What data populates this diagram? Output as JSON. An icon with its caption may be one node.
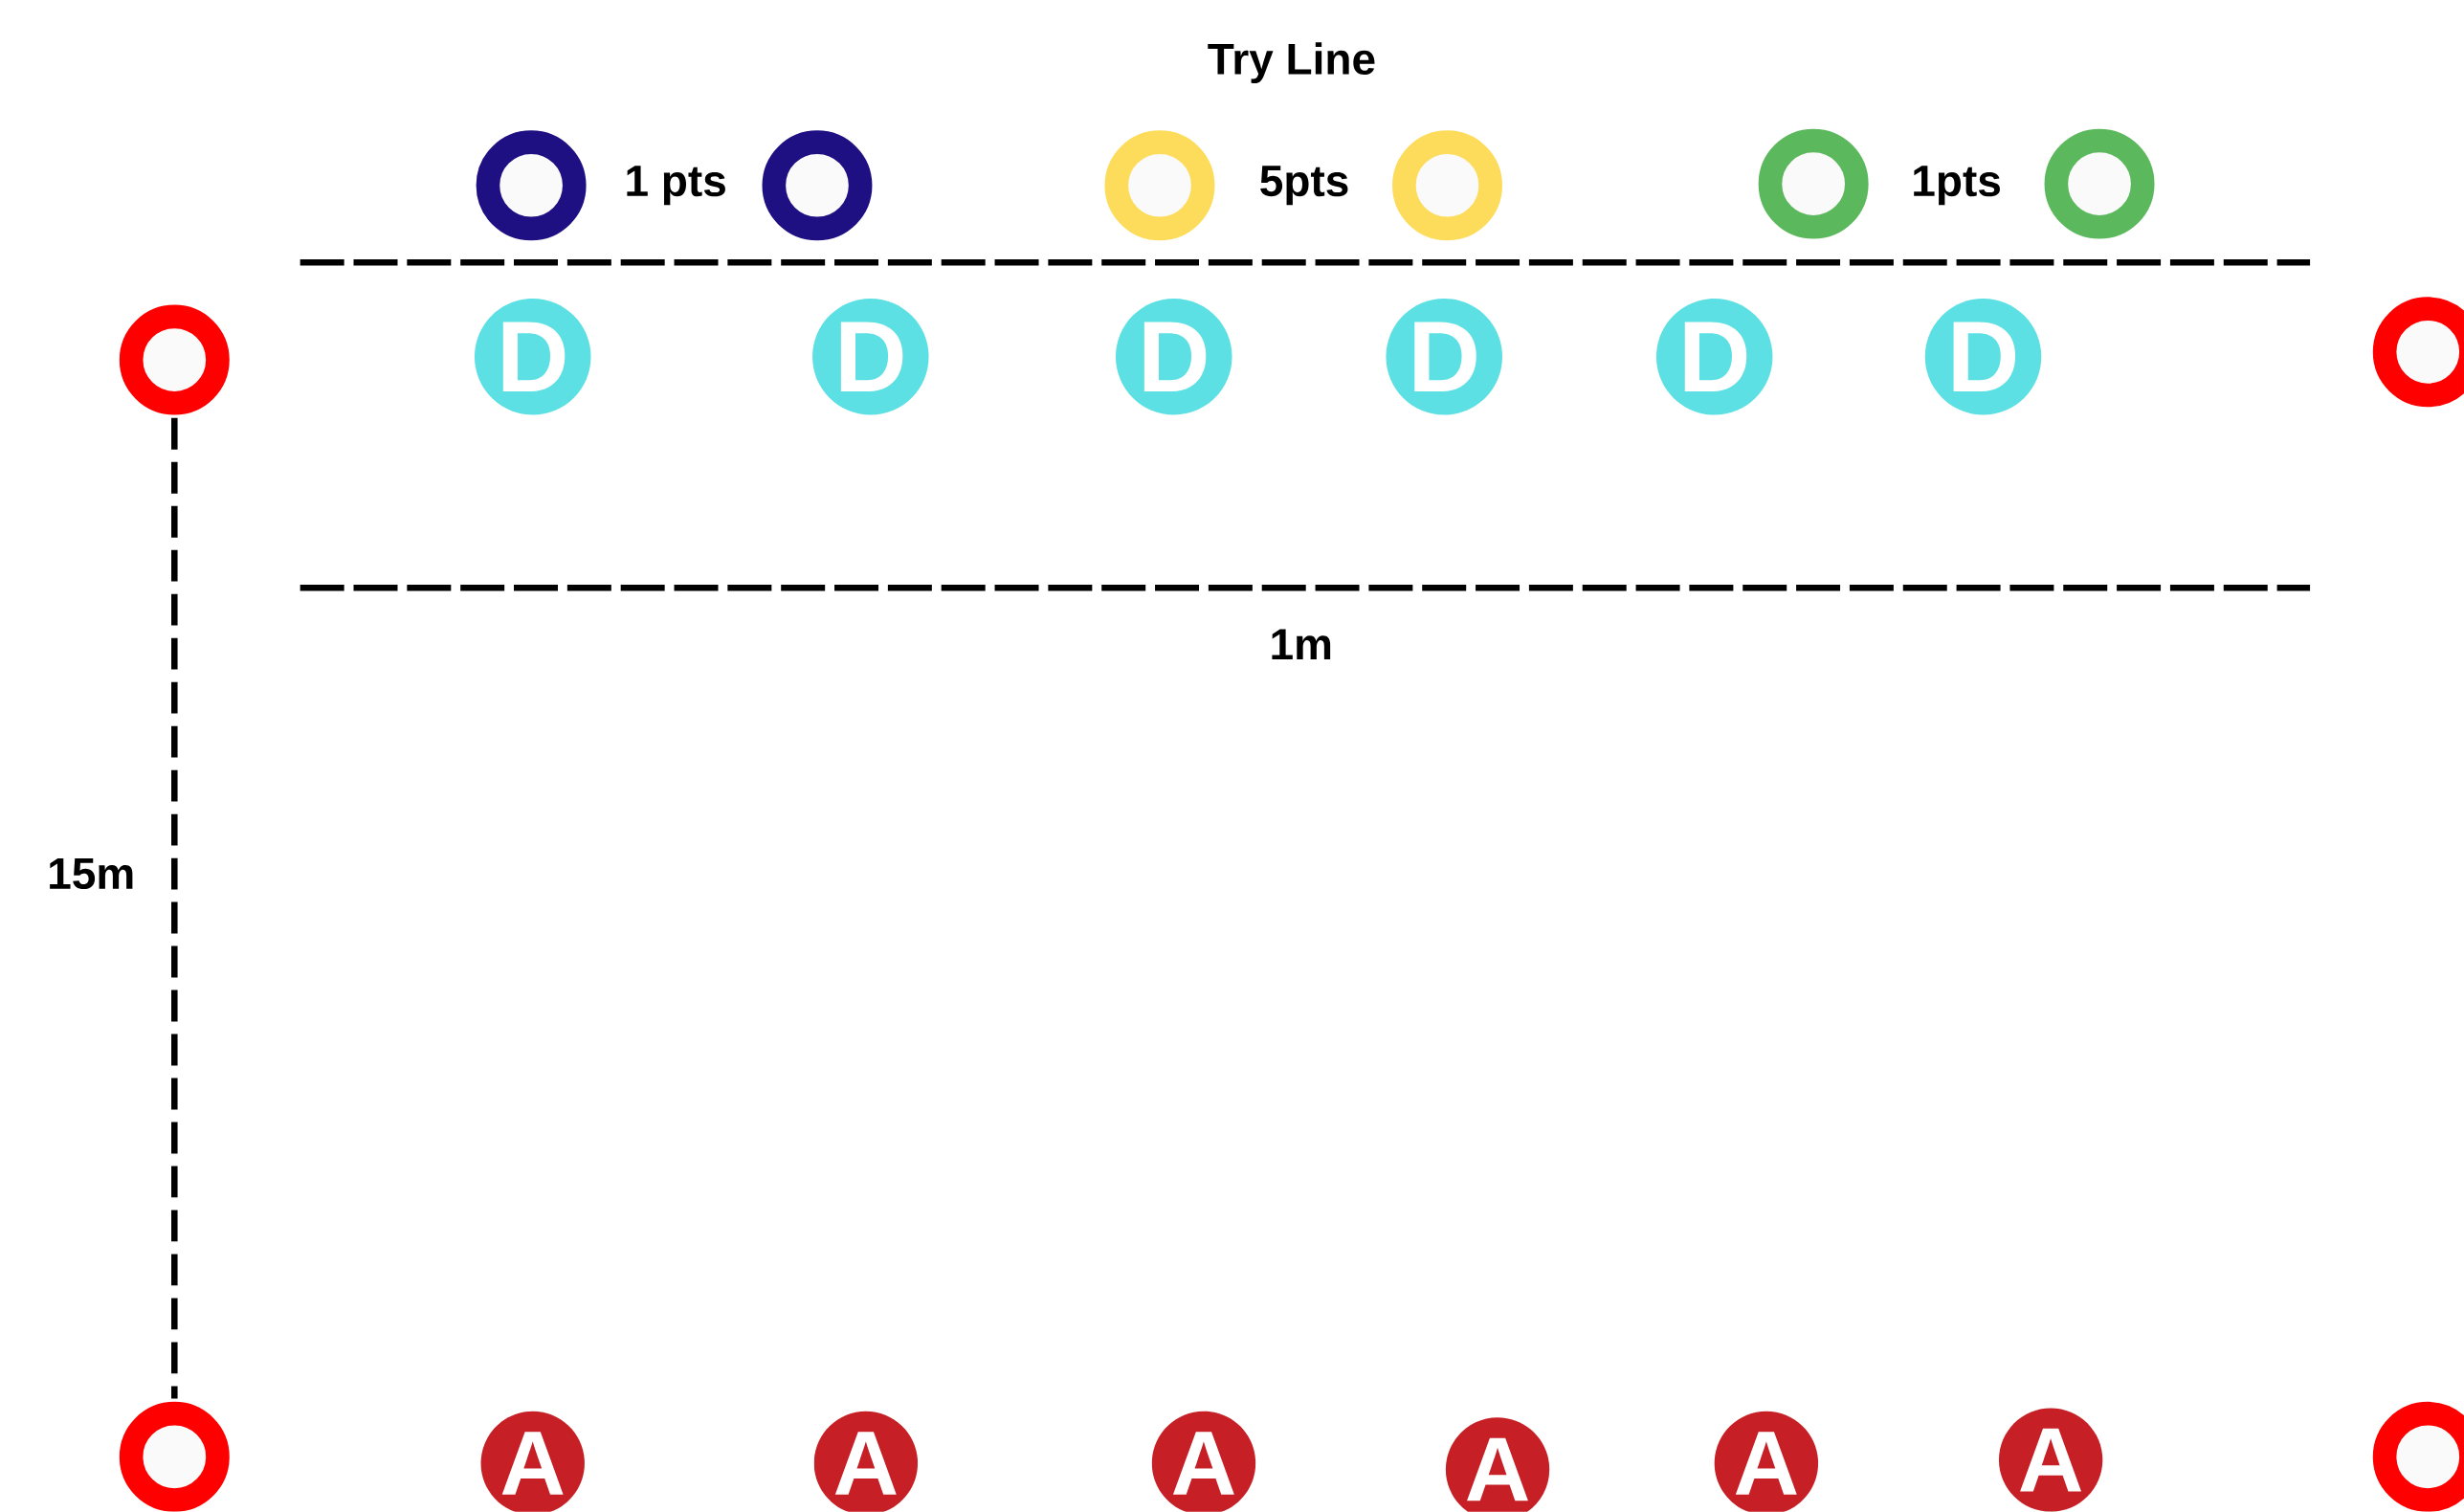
{
  "diagram": {
    "title": "Try Line",
    "nodes": [
      {
        "text": [],
        "shape": "circle"
      },
      {
        "text": [],
        "shape": "circle"
      },
      {
        "text": [],
        "shape": "circle"
      },
      {
        "text": [],
        "shape": "circle"
      },
      {
        "text": [],
        "shape": "circle"
      },
      {
        "text": [],
        "shape": "circle"
      },
      {
        "text": [],
        "shape": "circle"
      },
      {
        "text": [
          "D"
        ]
      },
      {
        "text": [
          "D"
        ]
      },
      {
        "text": [
          "D"
        ]
      },
      {
        "text": [
          "D"
        ]
      },
      {
        "text": [
          "D"
        ]
      },
      {
        "text": [
          "D"
        ]
      },
      {
        "text": [],
        "shape": "circle"
      },
      {
        "text": [],
        "shape": "circle"
      },
      {
        "text": [
          "A"
        ]
      },
      {
        "text": [
          "A"
        ]
      },
      {
        "text": [
          "A"
        ]
      },
      {
        "text": [
          "A"
        ]
      },
      {
        "text": [
          "A"
        ]
      },
      {
        "text": [
          "A"
        ]
      },
      {
        "text": [],
        "shape": "circle"
      }
    ],
    "labels": [
      "1 pts",
      "5pts",
      "1pts",
      "1m",
      "15m"
    ]
  }
}
